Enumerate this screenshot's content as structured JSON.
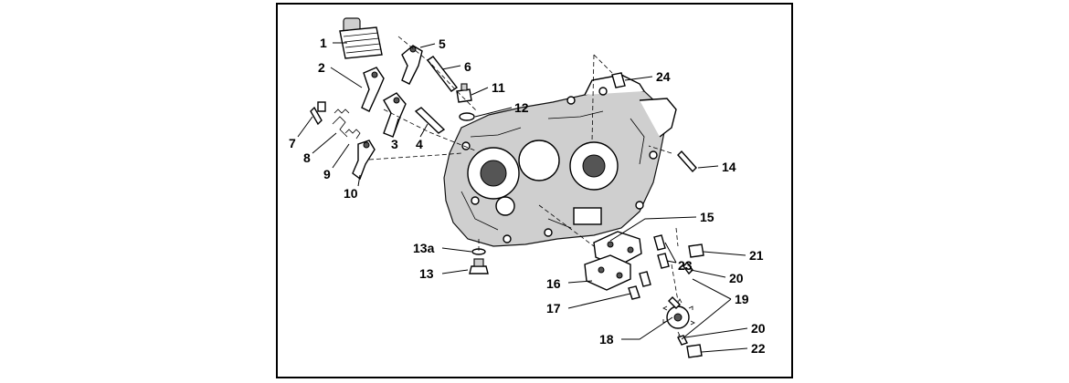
{
  "callouts": [
    "1",
    "2",
    "3",
    "4",
    "5",
    "6",
    "7",
    "8",
    "9",
    "10",
    "11",
    "12",
    "13a",
    "13",
    "14",
    "15",
    "16",
    "17",
    "18",
    "19",
    "20",
    "20",
    "21",
    "22",
    "23",
    "24"
  ]
}
